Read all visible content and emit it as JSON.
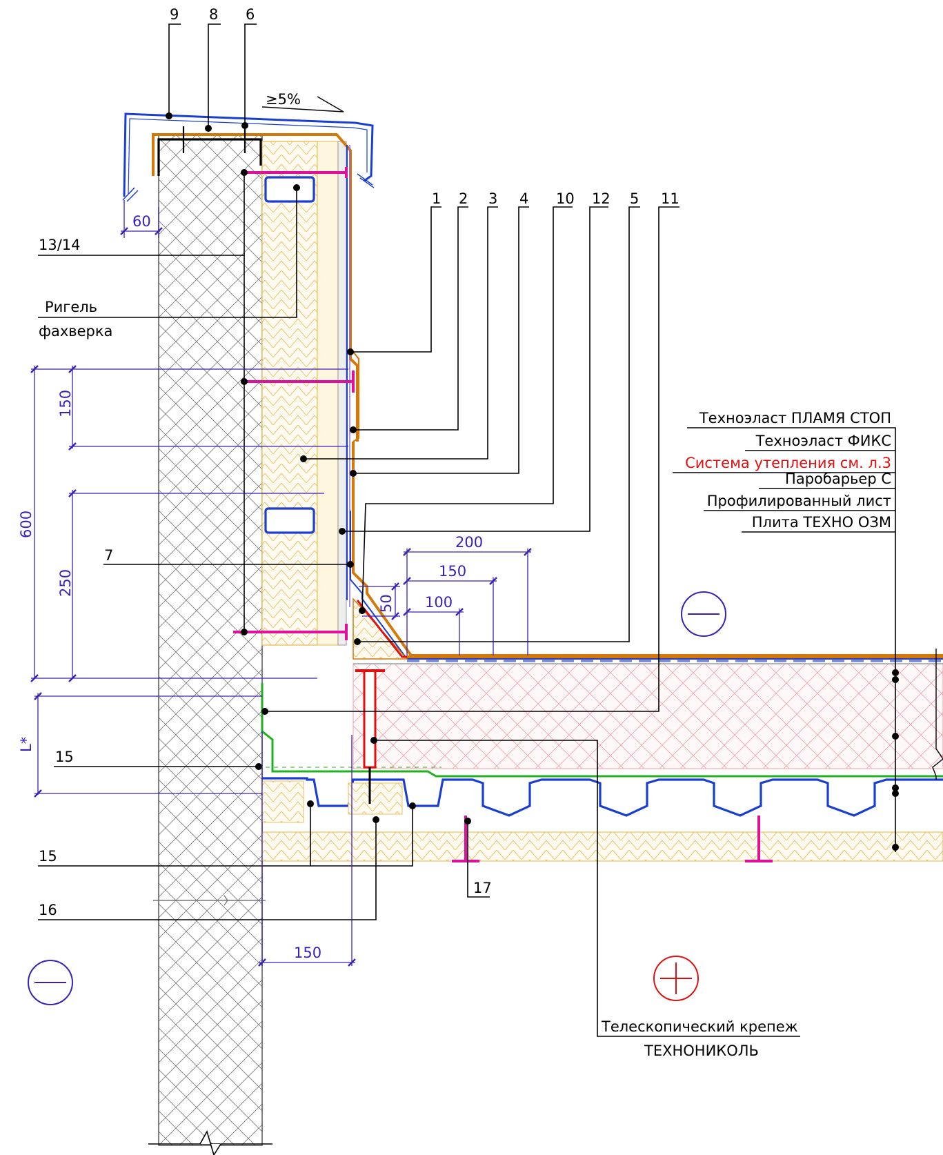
{
  "callouts": {
    "c9": "9",
    "c8": "8",
    "c6": "6",
    "c1": "1",
    "c2": "2",
    "c3": "3",
    "c4": "4",
    "c10": "10",
    "c12": "12",
    "c5": "5",
    "c11": "11",
    "c13_14": "13/14",
    "c7": "7",
    "c15a": "15",
    "c15b": "15",
    "c16": "16",
    "c17": "17"
  },
  "notes": {
    "slope": "≥5%",
    "rigel_line1": "Ригель",
    "rigel_line2": "фахверка",
    "telescopic_line1": "Телескопический крепеж",
    "telescopic_line2": "ТЕХНОНИКОЛЬ"
  },
  "layers": [
    {
      "text": "Техноэласт ПЛАМЯ СТОП",
      "color": "#000000"
    },
    {
      "text": "Техноэласт ФИКС",
      "color": "#000000"
    },
    {
      "text": "Система утепления см. л.3",
      "color": "#e01010"
    },
    {
      "text": "Паробарьер С",
      "color": "#000000"
    },
    {
      "text": "Профилированный лист",
      "color": "#000000"
    },
    {
      "text": "Плита ТЕХНО ОЗМ",
      "color": "#000000"
    }
  ],
  "dimensions": {
    "d60": "60",
    "d150_top": "150",
    "d600": "600",
    "d250": "250",
    "dL": "L*",
    "d200": "200",
    "d150_mid": "150",
    "d100": "100",
    "d50": "50",
    "d150_bottom": "150"
  },
  "colors": {
    "membrane_orange": "#d4780a",
    "profile_blue": "#1a3fd0",
    "fastener_magenta": "#e0109a",
    "insulation_yellow": "#e8c060",
    "green_layer": "#20b020",
    "dimension_violet": "#3c1fb5",
    "plus_red": "#e01010"
  }
}
